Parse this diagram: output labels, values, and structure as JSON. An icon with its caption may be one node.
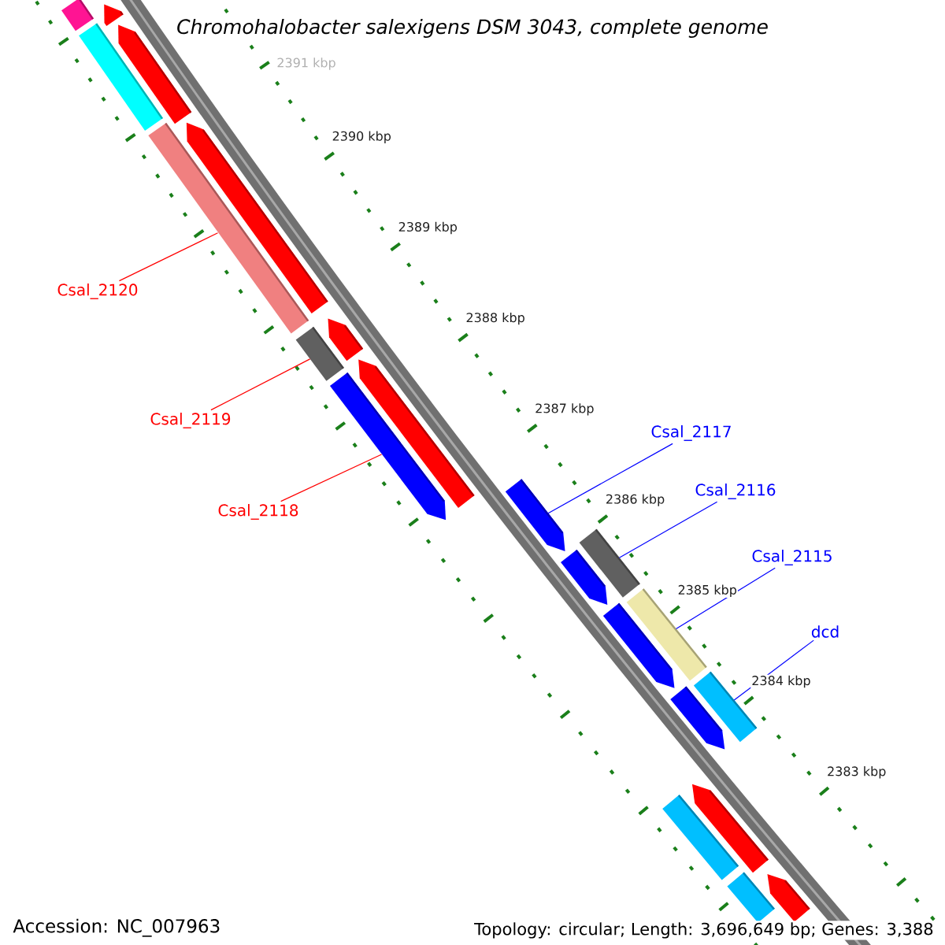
{
  "diagram": {
    "title": "Chromohalobacter salexigens DSM 3043, complete genome",
    "nodes": [
      {
        "text": [
          "Csal_2120"
        ]
      },
      {
        "text": [
          "Csal_2119"
        ]
      },
      {
        "text": [
          "Csal_2118"
        ]
      },
      {
        "text": [
          "Csal_2117"
        ]
      },
      {
        "text": [
          "Csal_2116"
        ]
      },
      {
        "text": [
          "Csal_2115"
        ]
      },
      {
        "text": [
          "dcd"
        ]
      },
      {
        "text": [],
        "shape": "arrow"
      },
      {
        "text": [],
        "shape": "bar"
      },
      {
        "text": [],
        "shape": "arrow"
      },
      {
        "text": [],
        "shape": "bar"
      },
      {
        "text": [],
        "shape": "arrow"
      },
      {
        "text": [],
        "shape": "bar"
      },
      {
        "text": [],
        "shape": "arrow"
      },
      {
        "text": [],
        "shape": "bar"
      },
      {
        "text": [],
        "shape": "arrow"
      },
      {
        "text": [],
        "shape": "arrow"
      },
      {
        "text": [],
        "shape": "arrow"
      },
      {
        "text": [],
        "shape": "bar"
      },
      {
        "text": [],
        "shape": "arrow"
      },
      {
        "text": [],
        "shape": "bar"
      },
      {
        "text": [],
        "shape": "arrow"
      },
      {
        "text": [],
        "shape": "arrow"
      },
      {
        "text": [],
        "shape": "bar"
      },
      {
        "text": [],
        "shape": "bar"
      },
      {
        "text": [],
        "shape": "arrow"
      },
      {
        "text": [],
        "shape": "bar"
      },
      {
        "text": [],
        "shape": "arrow"
      }
    ],
    "edges": [
      {
        "from": 0,
        "to": 12,
        "arrow": "none",
        "color": "#ff0000"
      },
      {
        "from": 1,
        "to": 14,
        "arrow": "none",
        "color": "#ff0000"
      },
      {
        "from": 2,
        "to": 16,
        "arrow": "none",
        "color": "#ff0000"
      },
      {
        "from": 3,
        "to": 17,
        "arrow": "none"
      },
      {
        "from": 4,
        "to": 18,
        "arrow": "none"
      },
      {
        "from": 5,
        "to": 20,
        "arrow": "none"
      },
      {
        "from": 6,
        "to": 23,
        "arrow": "none"
      }
    ],
    "labels": [
      "2391 kbp",
      "2390 kbp",
      "2389 kbp",
      "2388 kbp",
      "2387 kbp",
      "2386 kbp",
      "2385 kbp",
      "2384 kbp",
      "2383 kbp",
      "Accession: NC_007963",
      "Topology: circular; Length: 3,696,649 bp; Genes: 3,388"
    ]
  }
}
